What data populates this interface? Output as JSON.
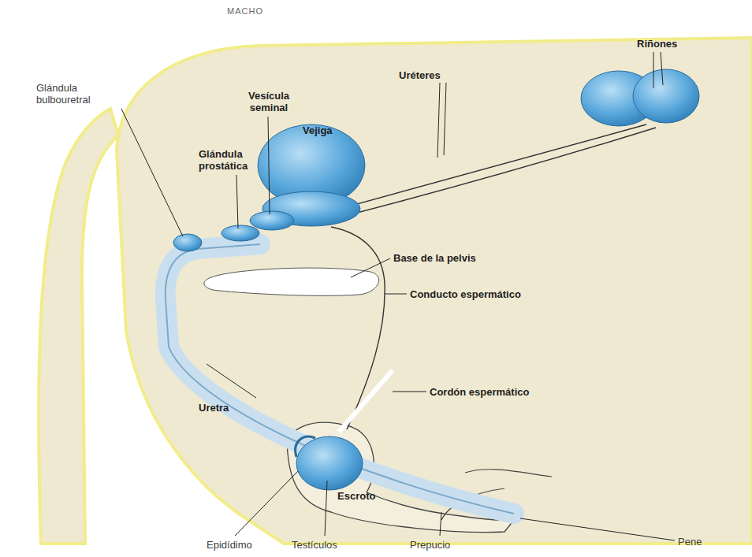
{
  "diagram": {
    "title": "MACHO",
    "labels": [
      "Riñones",
      "Uréteres",
      "Glándula bulbouretral",
      "Vesícula seminal",
      "Vejiga",
      "Glándula prostática",
      "Base de la pelvis",
      "Conducto espermático",
      "Cordón espermático",
      "Uretra",
      "Escroto",
      "Pene",
      "Epidídimo",
      "Testículos",
      "Prepucio"
    ]
  }
}
